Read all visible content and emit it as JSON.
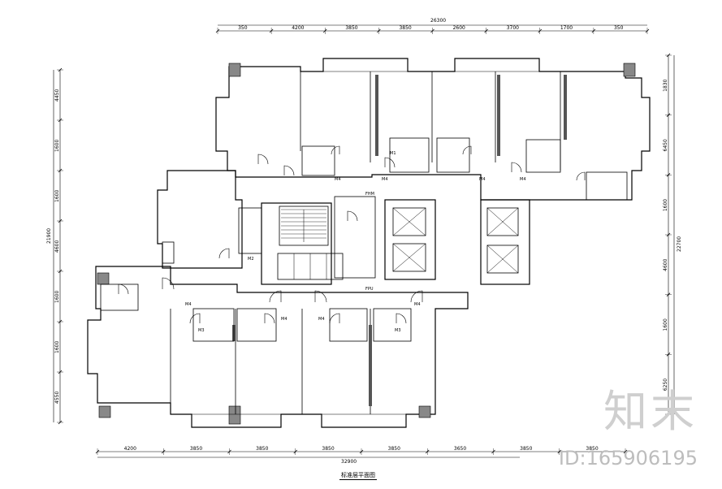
{
  "drawing": {
    "caption": "标准层平面图",
    "watermark": "知末",
    "watermark_id": "ID:165906195"
  },
  "dimensions": {
    "top_total": "26300",
    "top_segments": [
      "350",
      "4200",
      "3850",
      "3850",
      "2600",
      "3700",
      "1700",
      "350"
    ],
    "bottom_total": "32900",
    "bottom_segments": [
      "4200",
      "3850",
      "3850",
      "3850",
      "3850",
      "3650",
      "3850",
      "3850"
    ],
    "left_total": "21900",
    "left_segments": [
      "4450",
      "1600",
      "1600",
      "4600",
      "1600",
      "1600",
      "4550"
    ],
    "right_total": "22700",
    "right_segments": [
      "1830",
      "6450",
      "1600",
      "4600",
      "1600",
      "6250"
    ]
  },
  "labels": {
    "door_m1": "M1",
    "door_m2": "M2",
    "door_m3": "M3",
    "door_m4": "M4",
    "fhm": "FHM",
    "fpu": "FPU"
  },
  "colors": {
    "line": "#000000",
    "wall_fill": "#888888",
    "watermark": "#cfcfcf"
  }
}
